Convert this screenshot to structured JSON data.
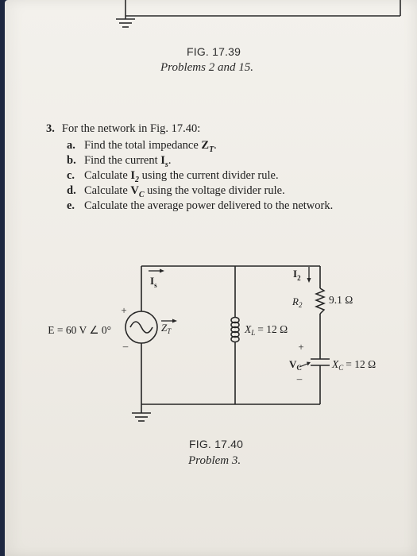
{
  "fig_top": {
    "label": "FIG. 17.39",
    "caption": "Problems 2 and 15."
  },
  "problem": {
    "number": "3.",
    "stem": "For the network in Fig. 17.40:",
    "parts": [
      {
        "letter": "a.",
        "text": "Find the total impedance Z_T."
      },
      {
        "letter": "b.",
        "text": "Find the current I_s."
      },
      {
        "letter": "c.",
        "text": "Calculate I_2 using the current divider rule."
      },
      {
        "letter": "d.",
        "text": "Calculate V_C using the voltage divider rule."
      },
      {
        "letter": "e.",
        "text": "Calculate the average power delivered to the network."
      }
    ]
  },
  "circuit": {
    "source_label": "E = 60 V ∠ 0°",
    "source_plus": "+",
    "source_minus": "–",
    "is_label": "I",
    "is_sub": "s",
    "zt_label": "Z",
    "zt_sub": "T",
    "xl_label": "X",
    "xl_sub": "L",
    "xl_value": "= 12 Ω",
    "i2_label": "I",
    "i2_sub": "2",
    "r2_label": "R",
    "r2_sub": "2",
    "r2_value": "9.1 Ω",
    "vc_label": "V",
    "vc_sub": "C",
    "vc_plus": "+",
    "vc_minus": "–",
    "xc_label": "X",
    "xc_sub": "C",
    "xc_value": "= 12 Ω"
  },
  "fig_bottom": {
    "label": "FIG. 17.40",
    "caption": "Problem 3."
  }
}
